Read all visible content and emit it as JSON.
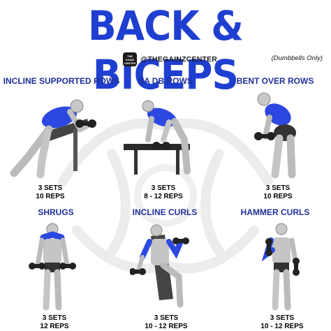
{
  "header": {
    "title": "BACK & BICEPS",
    "handle": "@THEGAINZCENTER",
    "subtitle": "(Dumbbells Only)",
    "logo_text_top": "THE GAINZ",
    "logo_text_bottom": "CENTER"
  },
  "colors": {
    "title": "#1f3fd1",
    "label": "#1f2f9a",
    "muscle_highlight": "#2c48e0"
  },
  "exercises": [
    {
      "name": "INCLINE SUPPORTED ROWS",
      "sets": "3 SETS",
      "reps": "10 REPS"
    },
    {
      "name": "SA DB ROWS",
      "sets": "3 SETS",
      "reps": "8 - 12 REPS"
    },
    {
      "name": "BENT OVER ROWS",
      "sets": "3 SETS",
      "reps": "10 REPS"
    },
    {
      "name": "SHRUGS",
      "sets": "3 SETS",
      "reps": "12 REPS"
    },
    {
      "name": "INCLINE CURLS",
      "sets": "3 SETS",
      "reps": "10 - 12 REPS"
    },
    {
      "name": "HAMMER CURLS",
      "sets": "3 SETS",
      "reps": "10 - 12 REPS"
    }
  ]
}
